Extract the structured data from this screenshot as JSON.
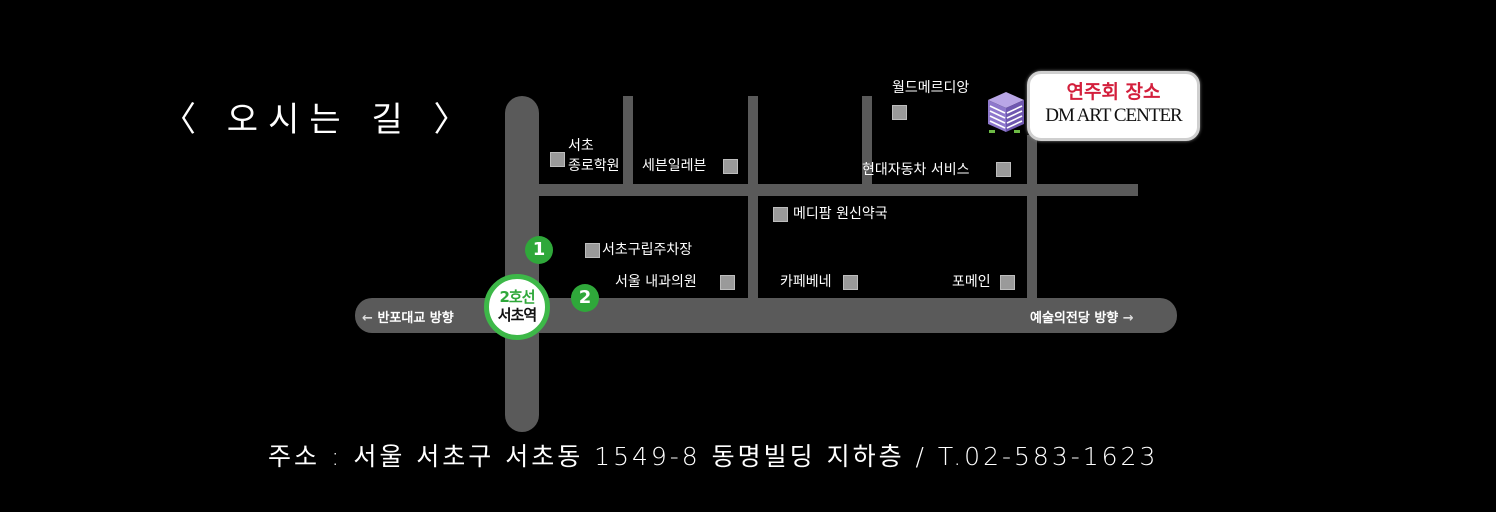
{
  "title": "〈 오시는 길 〉",
  "venue": {
    "name_ko": "연주회 장소",
    "name_en": "DM ART CENTER",
    "icon": "building-icon",
    "accent_color": "#d31f3c"
  },
  "station": {
    "line": "2호선",
    "name": "서초역",
    "ring_color": "#3db848"
  },
  "exits": [
    {
      "number": "1"
    },
    {
      "number": "2"
    }
  ],
  "directions": {
    "left": "반포대교 방향",
    "right": "예술의전당 방향",
    "left_arrow": "←",
    "right_arrow": "→"
  },
  "landmarks": {
    "seocho_academy_line1": "서초",
    "seocho_academy_line2": "종로학원",
    "seven_eleven": "세븐일레븐",
    "world_meridian": "월드메르디앙",
    "hyundai_service": "현대자동차 서비스",
    "medipharm": "메디팜 원신약국",
    "seocho_parking": "서초구립주차장",
    "seoul_clinic": "서울 내과의원",
    "caffe_bene": "카페베네",
    "pomein": "포메인"
  },
  "address": "주소 : 서울 서초구 서초동 1549-8 동명빌딩 지하층 / T.02-583-1623"
}
